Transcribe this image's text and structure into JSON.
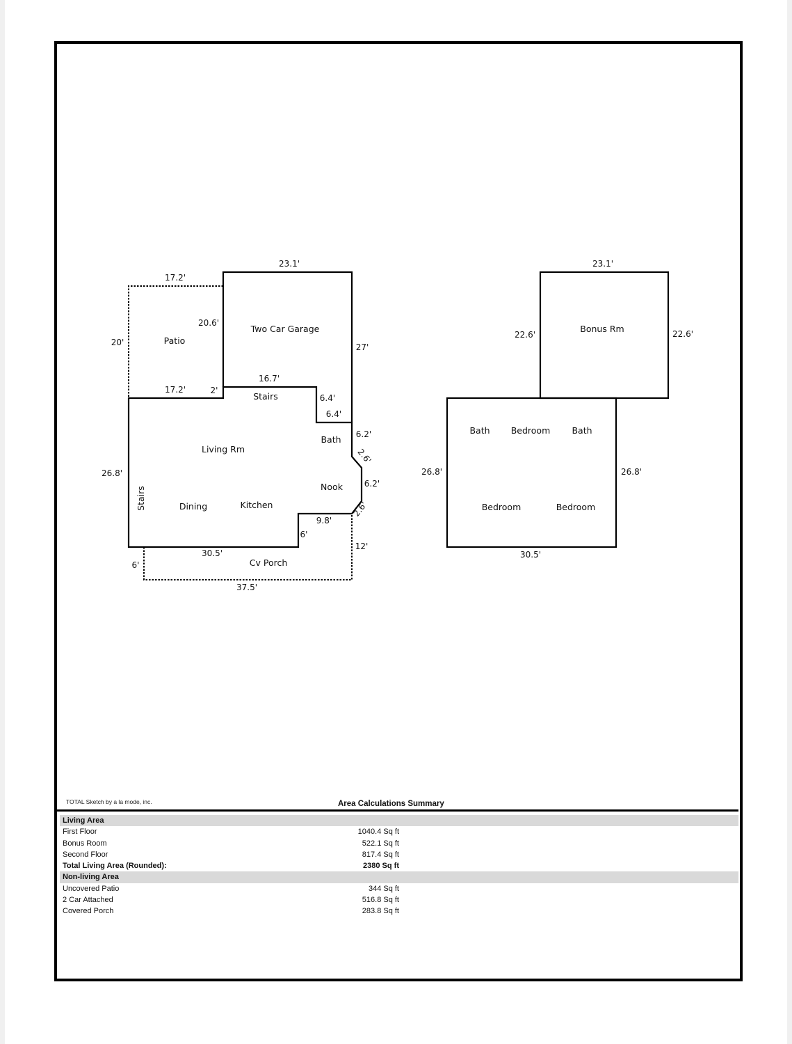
{
  "first_floor": {
    "rooms": {
      "patio": "Patio",
      "garage": "Two Car Garage",
      "stairs_top": "Stairs",
      "living": "Living Rm",
      "bath": "Bath",
      "nook": "Nook",
      "stairs_side": "Stairs",
      "dining": "Dining",
      "kitchen": "Kitchen",
      "porch": "Cv Porch"
    },
    "dims": {
      "patio_top": "17.2'",
      "garage_top": "23.1'",
      "patio_left": "20'",
      "patio_right": "20.6'",
      "garage_right": "27'",
      "patio_bottom": "17.2'",
      "step_2": "2'",
      "stairs_top": "16.7'",
      "step_64a": "6.4'",
      "step_64b": "6.4'",
      "bath_right": "6.2'",
      "diag_upper": "2.6'",
      "nook_right": "6.2'",
      "diag_lower": "2.6'",
      "living_left": "26.8'",
      "kitchen_bottom": "9.8'",
      "kitchen_step": "6'",
      "porch_right": "12'",
      "main_bottom": "30.5'",
      "porch_left": "6'",
      "porch_bottom": "37.5'"
    }
  },
  "second_floor": {
    "rooms": {
      "bonus": "Bonus Rm",
      "bath_left": "Bath",
      "bedroom_top": "Bedroom",
      "bath_right": "Bath",
      "bedroom_left": "Bedroom",
      "bedroom_right": "Bedroom"
    },
    "dims": {
      "bonus_top": "23.1'",
      "bonus_left": "22.6'",
      "bonus_right": "22.6'",
      "left": "26.8'",
      "right": "26.8'",
      "bottom": "30.5'"
    }
  },
  "footer": {
    "credit": "TOTAL Sketch by a la mode, inc.",
    "summary_title": "Area Calculations Summary"
  },
  "summary": {
    "living_header": "Living Area",
    "rows_living": [
      {
        "name": "First Floor",
        "value": "1040.4 Sq ft"
      },
      {
        "name": "Bonus Room",
        "value": "522.1 Sq ft"
      },
      {
        "name": "Second Floor",
        "value": "817.4 Sq ft"
      }
    ],
    "total": {
      "name": "Total Living Area (Rounded):",
      "value": "2380 Sq ft"
    },
    "nonliving_header": "Non-living Area",
    "rows_nonliving": [
      {
        "name": "Uncovered Patio",
        "value": "344 Sq ft"
      },
      {
        "name": "2 Car Attached",
        "value": "516.8 Sq ft"
      },
      {
        "name": "Covered Porch",
        "value": "283.8 Sq ft"
      }
    ]
  }
}
